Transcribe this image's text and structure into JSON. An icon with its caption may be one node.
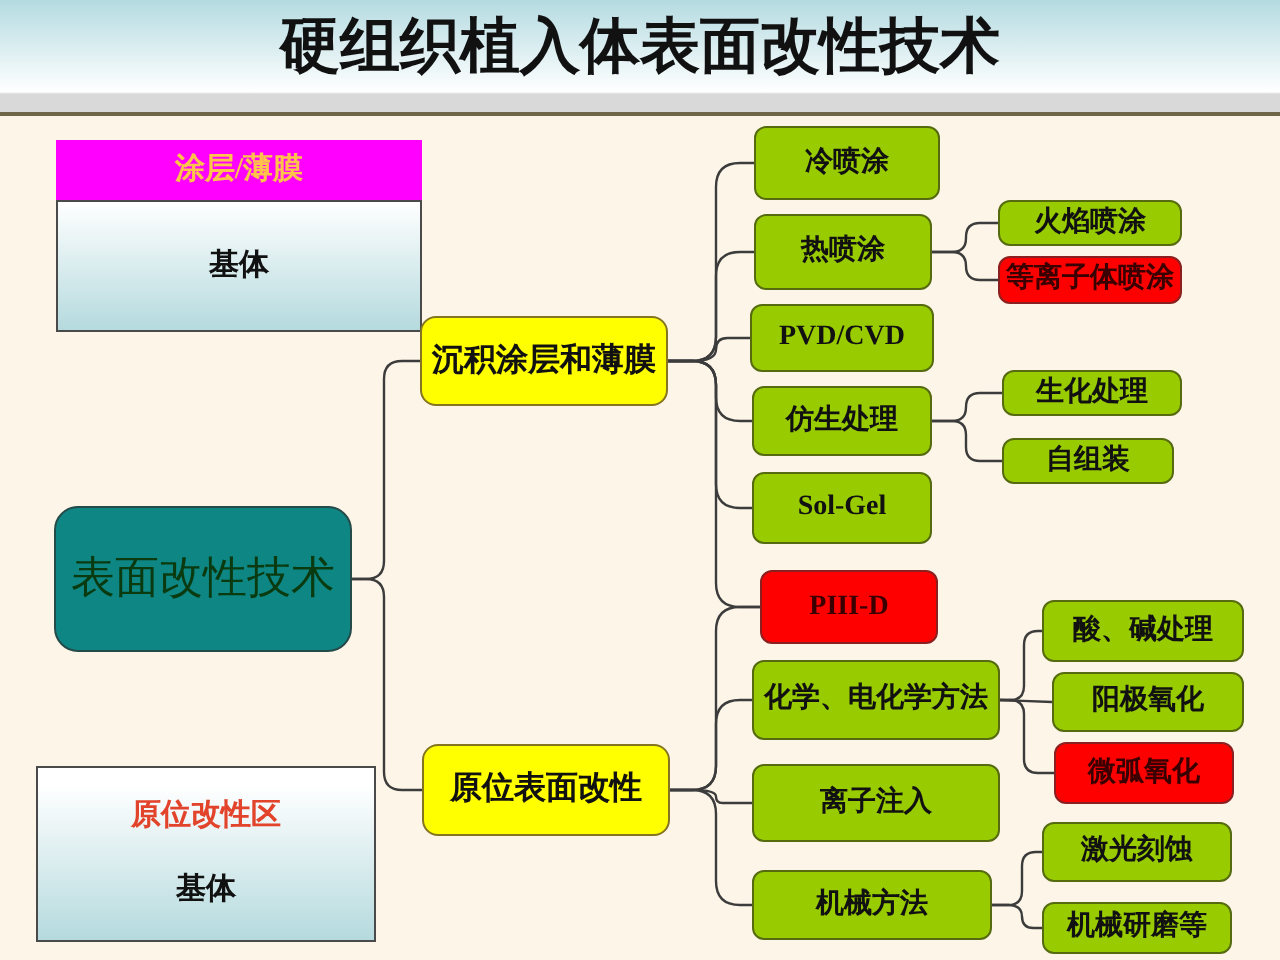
{
  "diagram": {
    "title": "硬组织植入体表面改性技术",
    "nodes": [
      {
        "text": [
          "涂层/薄膜"
        ]
      },
      {
        "text": [
          "基体"
        ]
      },
      {
        "text": [
          "表面改性技术"
        ]
      },
      {
        "text": [
          "原位改性区",
          "基体"
        ]
      },
      {
        "text": [
          "沉积涂层和薄膜"
        ]
      },
      {
        "text": [
          "原位表面改性"
        ]
      },
      {
        "text": [
          "冷喷涂"
        ]
      },
      {
        "text": [
          "热喷涂"
        ]
      },
      {
        "text": [
          "火焰喷涂"
        ]
      },
      {
        "text": [
          "等离子体喷涂"
        ]
      },
      {
        "text": [
          "PVD/CVD"
        ]
      },
      {
        "text": [
          "仿生处理"
        ]
      },
      {
        "text": [
          "生化处理"
        ]
      },
      {
        "text": [
          "自组装"
        ]
      },
      {
        "text": [
          "Sol-Gel"
        ]
      },
      {
        "text": [
          "PIII-D"
        ]
      },
      {
        "text": [
          "化学、电化学方法"
        ]
      },
      {
        "text": [
          "酸、碱处理"
        ]
      },
      {
        "text": [
          "阳极氧化"
        ]
      },
      {
        "text": [
          "微弧氧化"
        ]
      },
      {
        "text": [
          "离子注入"
        ]
      },
      {
        "text": [
          "激光刻蚀"
        ]
      },
      {
        "text": [
          "机械方法"
        ]
      },
      {
        "text": [
          "机械研磨等"
        ]
      }
    ],
    "edges": [
      {
        "from": 2,
        "to": 4,
        "arrow": "none"
      },
      {
        "from": 2,
        "to": 5,
        "arrow": "none"
      },
      {
        "from": 4,
        "to": 6,
        "arrow": "none"
      },
      {
        "from": 4,
        "to": 7,
        "arrow": "none"
      },
      {
        "from": 4,
        "to": 10,
        "arrow": "none"
      },
      {
        "from": 4,
        "to": 11,
        "arrow": "none"
      },
      {
        "from": 4,
        "to": 14,
        "arrow": "none"
      },
      {
        "from": 4,
        "to": 15,
        "arrow": "none"
      },
      {
        "from": 5,
        "to": 15,
        "arrow": "none"
      },
      {
        "from": 5,
        "to": 16,
        "arrow": "none"
      },
      {
        "from": 5,
        "to": 20,
        "arrow": "none"
      },
      {
        "from": 5,
        "to": 22,
        "arrow": "none"
      },
      {
        "from": 7,
        "to": 8,
        "arrow": "none"
      },
      {
        "from": 7,
        "to": 9,
        "arrow": "none"
      },
      {
        "from": 11,
        "to": 12,
        "arrow": "none"
      },
      {
        "from": 11,
        "to": 13,
        "arrow": "none"
      },
      {
        "from": 16,
        "to": 17,
        "arrow": "none"
      },
      {
        "from": 16,
        "to": 18,
        "arrow": "none"
      },
      {
        "from": 16,
        "to": 19,
        "arrow": "none"
      },
      {
        "from": 22,
        "to": 21,
        "arrow": "none"
      },
      {
        "from": 22,
        "to": 23,
        "arrow": "none"
      }
    ]
  }
}
